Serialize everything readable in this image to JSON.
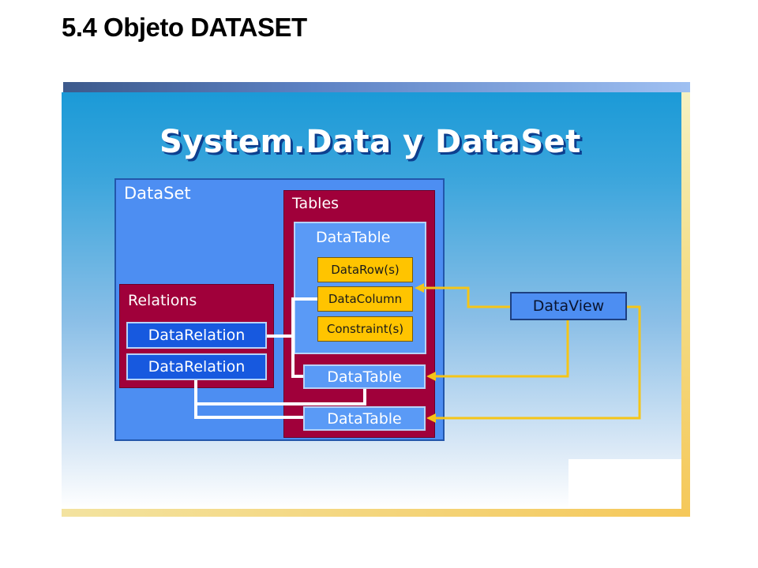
{
  "slide": {
    "title": "5.4 Objeto DATASET"
  },
  "diagram": {
    "title": "System.Data y DataSet",
    "dataset_label": "DataSet",
    "tables_label": "Tables",
    "relations_label": "Relations",
    "main_datatable": {
      "label": "DataTable",
      "items": [
        "DataRow(s)",
        "DataColumn",
        "Constraint(s)"
      ]
    },
    "datatables": [
      "DataTable",
      "DataTable"
    ],
    "datarelations": [
      "DataRelation",
      "DataRelation"
    ],
    "dataview_label": "DataView",
    "colors": {
      "background_top": "#1b9ad7",
      "dataset": "#4d8ef2",
      "container": "#a0003a",
      "datatable": "#5a9af6",
      "datarelation": "#1759df",
      "item": "#ffc400",
      "dataview_arrow": "#f5c518",
      "relation_line": "#ffffff"
    }
  }
}
